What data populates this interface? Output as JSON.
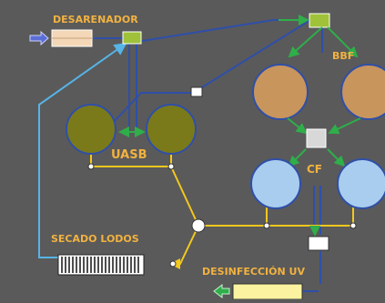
{
  "labels": {
    "desarenador": "DESARENADOR",
    "bbf": "BBF",
    "uasb": "UASB",
    "cf": "CF",
    "secado_lodos": "SECADO LODOS",
    "desinfeccion_uv": "DESINFECCIÓN UV"
  },
  "colors": {
    "background": "#5a5a5a",
    "label_text": "#f2b240",
    "uasb_tank": "#7a7a1a",
    "bbf_tank": "#c8955c",
    "cf_tank": "#a9cdee",
    "water_line": "#2f4fa8",
    "sludge_line": "#f2c81e",
    "return_line": "#56b4e6",
    "recirculation_arrow": "#2fae4a",
    "inlet_outlet_arrow": "#5b6ed6"
  }
}
